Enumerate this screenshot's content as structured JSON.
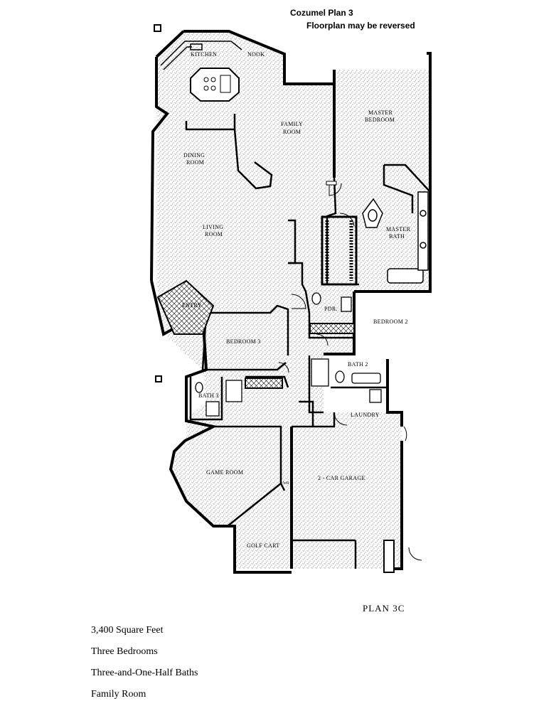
{
  "header": {
    "title": "Cozumel Plan 3",
    "note": "Floorplan may be reversed"
  },
  "rooms": {
    "kitchen": "KITCHEN",
    "nook": "NOOK",
    "family_room_1": "FAMILY",
    "family_room_2": "ROOM",
    "master_bedroom_1": "MASTER",
    "master_bedroom_2": "BEDROOM",
    "dining_room_1": "DINING",
    "dining_room_2": "ROOM",
    "living_room_1": "LIVING",
    "living_room_2": "ROOM",
    "master_bath_1": "MASTER",
    "master_bath_2": "BATH",
    "entry": "ENTRY",
    "pdr": "PDR.",
    "bedroom_2": "BEDROOM 2",
    "bedroom_3": "BEDROOM 3",
    "bath_2": "BATH 2",
    "bath_3": "BATH 3",
    "laundry": "LAUNDRY",
    "game_room": "GAME ROOM",
    "garage": "2 - CAR GARAGE",
    "golf_cart": "GOLF CART",
    "wh": "WH"
  },
  "plan_code": "PLAN 3C",
  "features": [
    "3,400 Square Feet",
    "Three Bedrooms",
    "Three-and-One-Half Baths",
    "Family Room"
  ]
}
